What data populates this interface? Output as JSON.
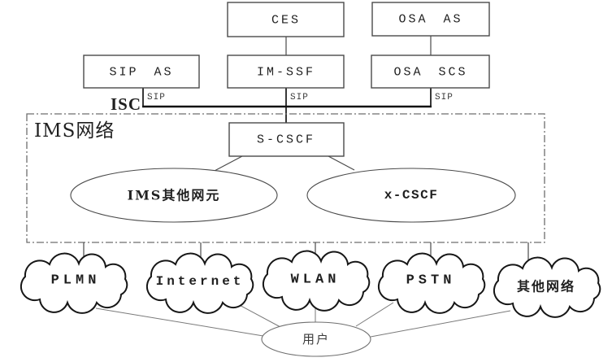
{
  "labels": {
    "ces": "CES",
    "osa_as": "OSA AS",
    "sip_as": "SIP AS",
    "im_ssf": "IM-SSF",
    "osa_scs": "OSA SCS",
    "s_cscf": "S-CSCF",
    "isc": "ISC",
    "sip": "SIP",
    "ims_network": "IMS网络",
    "ims_other_elements": "IMS其他网元",
    "x_cscf": "x-CSCF",
    "user": "用户"
  },
  "clouds": [
    "PLMN",
    "Internet",
    "WLAN",
    "PSTN",
    "其他网络"
  ],
  "colors": {
    "background": "#ffffff",
    "box_border": "#4a4a4a",
    "cloud_border": "#161616",
    "dashed_border": "#6e6e6e",
    "bus_line": "#111111",
    "text": "#1f1f1f"
  }
}
